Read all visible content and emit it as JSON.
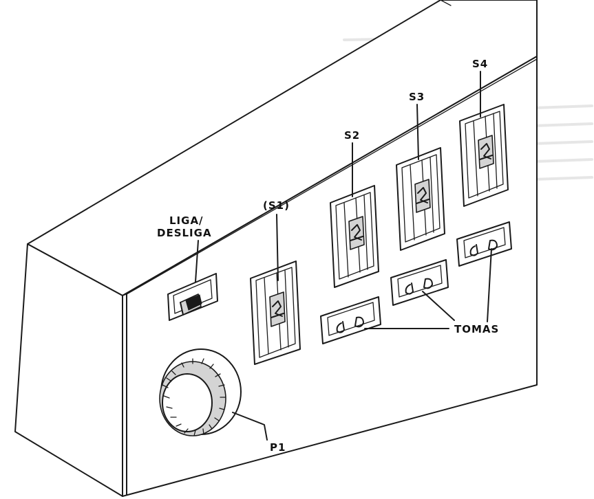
{
  "labels": {
    "power": [
      "LIGA/",
      "DESLIGA"
    ],
    "s1": "(S1)",
    "s2": "S2",
    "s3": "S3",
    "s4": "S4",
    "sockets": "TOMAS",
    "pot": "P1"
  },
  "colors": {
    "ink": "#1a1a1a",
    "paper": "#ffffff",
    "shade": "#d4d4d4"
  },
  "icons": {
    "power_switch": "rocker-switch-icon",
    "slide_switch": "slide-switch-icon",
    "socket": "power-socket-icon",
    "knob": "knurled-knob-icon"
  }
}
